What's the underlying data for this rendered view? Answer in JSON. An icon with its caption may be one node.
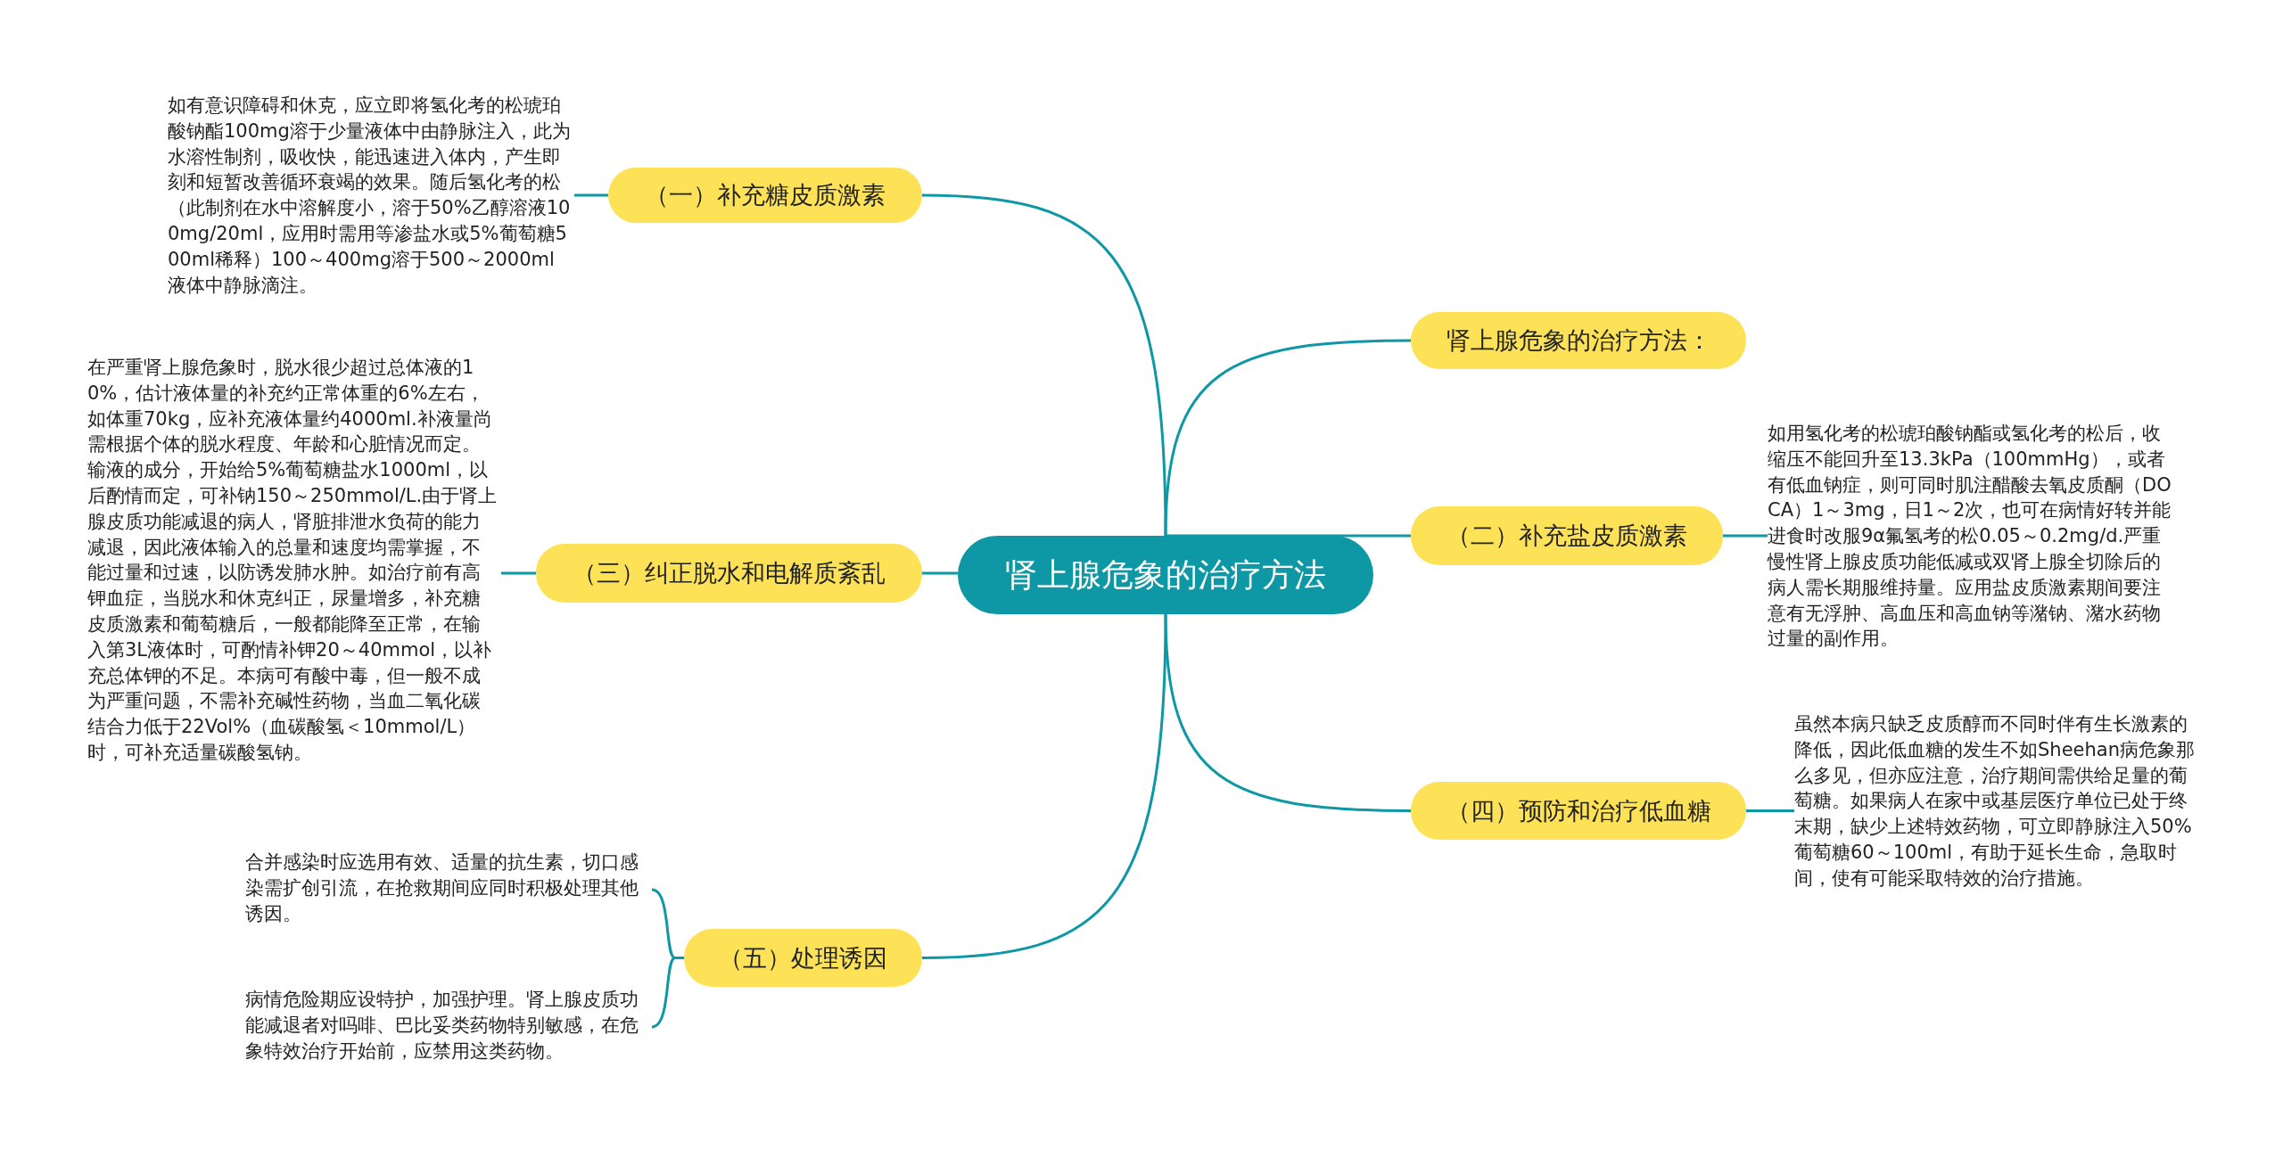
{
  "diagram": {
    "nodes": [
      {
        "text": [
          "肾上腺危象的治疗方法"
        ]
      },
      {
        "text": [
          "（一）补充糖皮质激素"
        ]
      },
      {
        "text": [
          "如有意识障碍和休克，应立即将氢化考的松琥珀酸钠酯100mg溶于少量液体中由静脉注入，此为水溶性制剂，吸收快，能迅速进入体内，产生即刻和短暂改善循环衰竭的效果。随后氢化考的松（此制剂在水中溶解度小，溶于50%乙醇溶液100mg/20ml，应用时需用等渗盐水或5%葡萄糖500ml稀释）100～400mg溶于500～2000ml液体中静脉滴注。"
        ]
      },
      {
        "text": [
          "肾上腺危象的治疗方法："
        ]
      },
      {
        "text": [
          "（二）补充盐皮质激素"
        ]
      },
      {
        "text": [
          "如用氢化考的松琥珀酸钠酯或氢化考的松后，收缩压不能回升至13.3kPa（100mmHg），或者有低血钠症，则可同时肌注醋酸去氧皮质酮（DOCA）1～3mg，日1～2次，也可在病情好转并能进食时改服9α氟氢考的松0.05～0.2mg/d.严重慢性肾上腺皮质功能低减或双肾上腺全切除后的病人需长期服维持量。应用盐皮质激素期间要注意有无浮肿、高血压和高血钠等潴钠、潴水药物过量的副作用。"
        ]
      },
      {
        "text": [
          "（三）纠正脱水和电解质紊乱"
        ]
      },
      {
        "text": [
          "在严重肾上腺危象时，脱水很少超过总体液的10%，估计液体量的补充约正常体重的6%左右，如体重70kg，应补充液体量约4000ml.补液量尚需根据个体的脱水程度、年龄和心脏情况而定。输液的成分，开始给5%葡萄糖盐水1000ml，以后酌情而定，可补钠150～250mmol/L.由于肾上腺皮质功能减退的病人，肾脏排泄水负荷的能力减退，因此液体输入的总量和速度均需掌握，不能过量和过速，以防诱发肺水肿。如治疗前有高钾血症，当脱水和休克纠正，尿量增多，补充糖皮质激素和葡萄糖后，一般都能降至正常，在输入第3L液体时，可酌情补钾20～40mmol，以补充总体钾的不足。本病可有酸中毒，但一般不成为严重问题，不需补充碱性药物，当血二氧化碳结合力低于22Vol%（血碳酸氢＜10mmol/L）时，可补充适量碳酸氢钠。"
        ]
      },
      {
        "text": [
          "（四）预防和治疗低血糖"
        ]
      },
      {
        "text": [
          "虽然本病只缺乏皮质醇而不同时伴有生长激素的降低，因此低血糖的发生不如Sheehan病危象那么多见，但亦应注意，治疗期间需供给足量的葡萄糖。如果病人在家中或基层医疗单位已处于终末期，缺少上述特效药物，可立即静脉注入50%葡萄糖60～100ml，有助于延长生命，急取时间，使有可能采取特效的治疗措施。"
        ]
      },
      {
        "text": [
          "（五）处理诱因"
        ]
      },
      {
        "text": [
          "合并感染时应选用有效、适量的抗生素，切口感染需扩创引流，在抢救期间应同时积极处理其他诱因。"
        ]
      },
      {
        "text": [
          "病情危险期应设特护，加强护理。肾上腺皮质功能减退者对吗啡、巴比妥类药物特别敏感，在危象特效治疗开始前，应禁用这类药物。"
        ]
      }
    ],
    "edges": [
      {
        "from": 0,
        "to": 1,
        "arrow": "none"
      },
      {
        "from": 0,
        "to": 3,
        "arrow": "none"
      },
      {
        "from": 0,
        "to": 4,
        "arrow": "none"
      },
      {
        "from": 0,
        "to": 6,
        "arrow": "none"
      },
      {
        "from": 0,
        "to": 8,
        "arrow": "none"
      },
      {
        "from": 0,
        "to": 10,
        "arrow": "none"
      },
      {
        "from": 1,
        "to": 2,
        "arrow": "none"
      },
      {
        "from": 4,
        "to": 5,
        "arrow": "none"
      },
      {
        "from": 6,
        "to": 7,
        "arrow": "none"
      },
      {
        "from": 8,
        "to": 9,
        "arrow": "none"
      },
      {
        "from": 10,
        "to": 11,
        "arrow": "none"
      },
      {
        "from": 10,
        "to": 12,
        "arrow": "none"
      }
    ]
  }
}
